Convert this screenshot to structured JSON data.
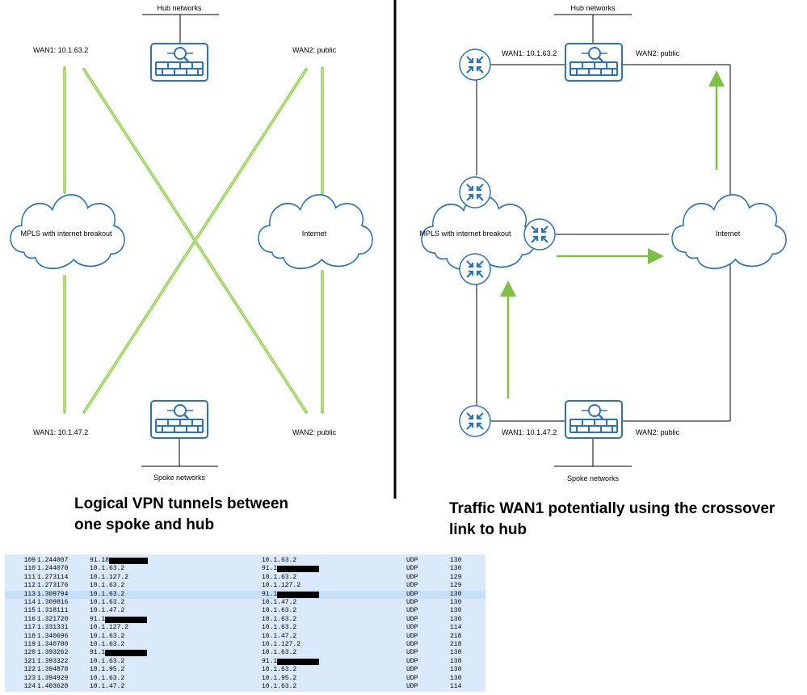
{
  "colors": {
    "tunnel": "#8ccf45",
    "arrow": "#7cc143",
    "icon": "#2b72b6",
    "divider": "#000000",
    "table_bg": "#dbeafb"
  },
  "left_diagram": {
    "hub_networks": "Hub networks",
    "spoke_networks": "Spoke networks",
    "hub_wan1": "WAN1: 10.1.63.2",
    "hub_wan2": "WAN2: public",
    "spoke_wan1": "WAN1: 10.1.47.2",
    "spoke_wan2": "WAN2: public",
    "cloud_mpls": "MPLS with internet breakout",
    "cloud_internet": "Internet",
    "caption_line1": "Logical VPN tunnels between",
    "caption_line2": "one spoke and hub"
  },
  "right_diagram": {
    "hub_networks": "Hub networks",
    "spoke_networks": "Spoke networks",
    "hub_wan1": "WAN1: 10.1.63.2",
    "hub_wan2": "WAN2: public",
    "spoke_wan1": "WAN1: 10.1.47.2",
    "spoke_wan2": "WAN2: public",
    "cloud_mpls": "MPLS with internet breakout",
    "cloud_internet": "Internet",
    "caption_line1": "Traffic WAN1 potentially using the crossover",
    "caption_line2": "link to hub"
  },
  "capture": {
    "rows": [
      {
        "no": "109",
        "time": "1.244007",
        "src": "91.18",
        "src_redacted": true,
        "dst": "10.1.63.2",
        "dst_redacted": false,
        "proto": "UDP",
        "len": "130"
      },
      {
        "no": "110",
        "time": "1.244070",
        "src": "10.1.63.2",
        "src_redacted": false,
        "dst": "91.1",
        "dst_redacted": true,
        "proto": "UDP",
        "len": "130"
      },
      {
        "no": "111",
        "time": "1.273114",
        "src": "10.1.127.2",
        "src_redacted": false,
        "dst": "10.1.63.2",
        "dst_redacted": false,
        "proto": "UDP",
        "len": "129"
      },
      {
        "no": "112",
        "time": "1.273176",
        "src": "10.1.63.2",
        "src_redacted": false,
        "dst": "10.1.127.2",
        "dst_redacted": false,
        "proto": "UDP",
        "len": "129"
      },
      {
        "no": "113",
        "time": "1.309794",
        "src": "10.1.63.2",
        "src_redacted": false,
        "dst": "91.1",
        "dst_redacted": true,
        "proto": "UDP",
        "len": "130",
        "selected": true
      },
      {
        "no": "114",
        "time": "1.309816",
        "src": "10.1.63.2",
        "src_redacted": false,
        "dst": "10.1.47.2",
        "dst_redacted": false,
        "proto": "UDP",
        "len": "130"
      },
      {
        "no": "115",
        "time": "1.318111",
        "src": "10.1.47.2",
        "src_redacted": false,
        "dst": "10.1.63.2",
        "dst_redacted": false,
        "proto": "UDP",
        "len": "130"
      },
      {
        "no": "116",
        "time": "1.321720",
        "src": "91.1",
        "src_redacted": true,
        "dst": "10.1.63.2",
        "dst_redacted": false,
        "proto": "UDP",
        "len": "130"
      },
      {
        "no": "117",
        "time": "1.331331",
        "src": "10.1.127.2",
        "src_redacted": false,
        "dst": "10.1.63.2",
        "dst_redacted": false,
        "proto": "UDP",
        "len": "114"
      },
      {
        "no": "118",
        "time": "1.340696",
        "src": "10.1.63.2",
        "src_redacted": false,
        "dst": "10.1.47.2",
        "dst_redacted": false,
        "proto": "UDP",
        "len": "218"
      },
      {
        "no": "119",
        "time": "1.340700",
        "src": "10.1.63.2",
        "src_redacted": false,
        "dst": "10.1.127.2",
        "dst_redacted": false,
        "proto": "UDP",
        "len": "218"
      },
      {
        "no": "120",
        "time": "1.393262",
        "src": "91.1",
        "src_redacted": true,
        "dst": "10.1.63.2",
        "dst_redacted": false,
        "proto": "UDP",
        "len": "130"
      },
      {
        "no": "121",
        "time": "1.393322",
        "src": "10.1.63.2",
        "src_redacted": false,
        "dst": "91.1",
        "dst_redacted": true,
        "proto": "UDP",
        "len": "130"
      },
      {
        "no": "122",
        "time": "1.394878",
        "src": "10.1.95.2",
        "src_redacted": false,
        "dst": "10.1.63.2",
        "dst_redacted": false,
        "proto": "UDP",
        "len": "130"
      },
      {
        "no": "123",
        "time": "1.394929",
        "src": "10.1.63.2",
        "src_redacted": false,
        "dst": "10.1.95.2",
        "dst_redacted": false,
        "proto": "UDP",
        "len": "130"
      },
      {
        "no": "124",
        "time": "1.403628",
        "src": "10.1.47.2",
        "src_redacted": false,
        "dst": "10.1.63.2",
        "dst_redacted": false,
        "proto": "UDP",
        "len": "114"
      }
    ]
  }
}
